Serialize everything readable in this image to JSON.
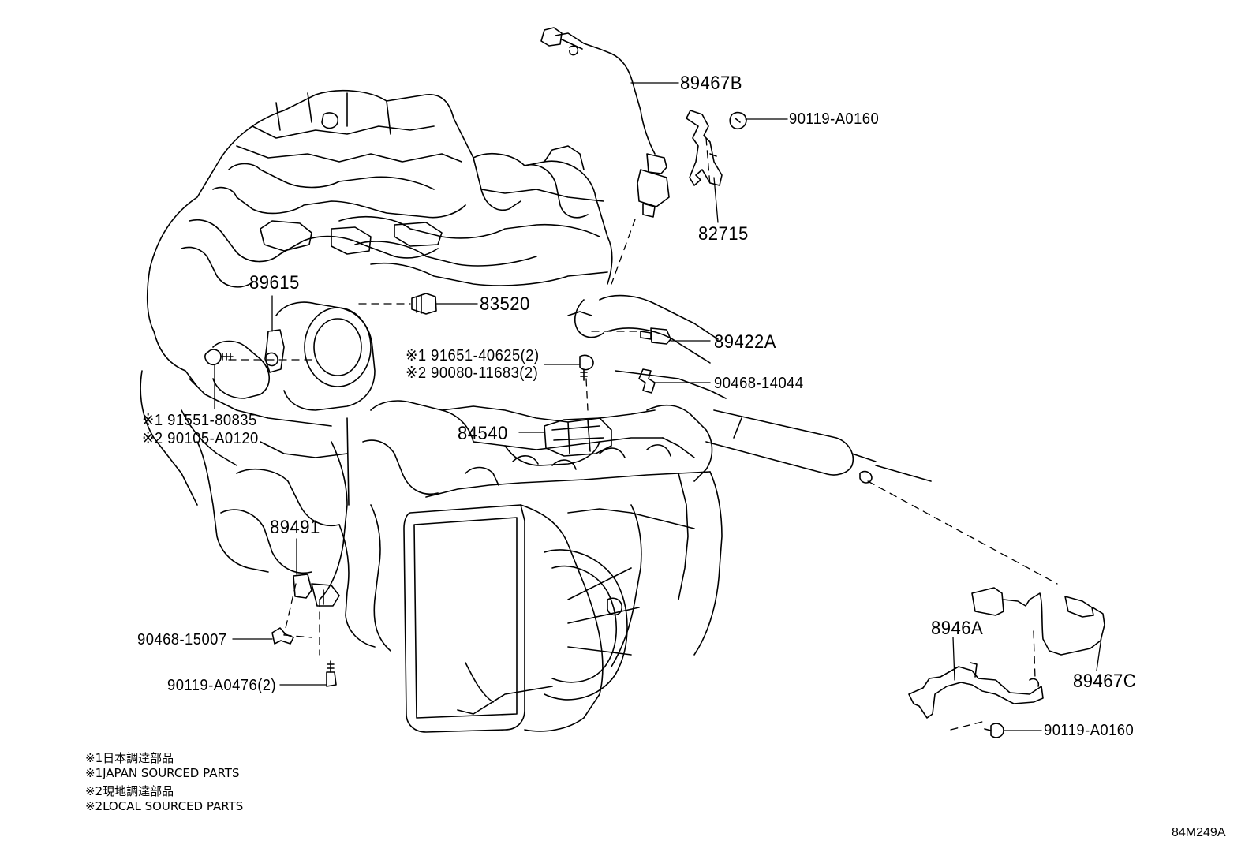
{
  "diagram_code": "84M249A",
  "callouts": {
    "p89467B": "89467B",
    "p90119_A0160_top": "90119-A0160",
    "p82715": "82715",
    "p89615": "89615",
    "p83520": "83520",
    "p89422A": "89422A",
    "p91651": "※1 91651-40625(2)",
    "p90080": "※2 90080-11683(2)",
    "p90468_14044": "90468-14044",
    "p91551": "※1 91551-80835",
    "p90105": "※2 90105-A0120",
    "p84540": "84540",
    "p89491": "89491",
    "p90468_15007": "90468-15007",
    "p90119_A0476": "90119-A0476(2)",
    "p8946A": "8946A",
    "p89467C": "89467C",
    "p90119_A0160_bottom": "90119-A0160"
  },
  "notes": [
    "※1日本調達部品",
    "※1JAPAN SOURCED PARTS",
    "※2現地調達部品",
    "※2LOCAL SOURCED PARTS"
  ]
}
